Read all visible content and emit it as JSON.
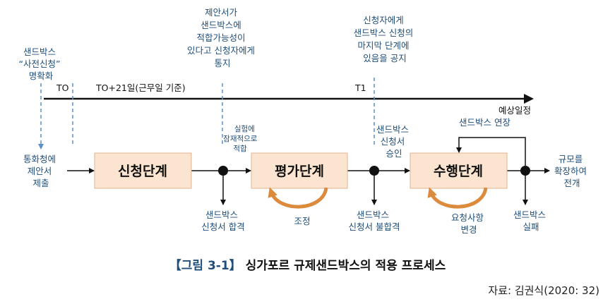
{
  "timeline": {
    "t0": "TO",
    "t21": "TO+21일(근무일 기준)",
    "t1": "T1",
    "expected": "예상일정"
  },
  "notes": {
    "clarify": [
      "샌드박스",
      "“사전신청”",
      "명확화"
    ],
    "suitable": [
      "제안서가",
      "샌드박스에",
      "적합가능성이",
      "있다고 신청자에게",
      "통지"
    ],
    "announce": [
      "신청자에게",
      "샌드박스 신청의",
      "마지막 단계에",
      "있음을 공지"
    ],
    "submit": [
      "통화청에",
      "제안서",
      "제출"
    ],
    "live_test": [
      "실험에",
      "잠재적으로",
      "적합"
    ],
    "approve": [
      "샌드박스",
      "신청서",
      "승인"
    ],
    "extend": "샌드박스 연장",
    "scale": [
      "규모를",
      "확장하여",
      "전개"
    ],
    "pass": [
      "샌드박스",
      "신청서 합격"
    ],
    "fail_app": [
      "샌드박스",
      "신청서 불합격"
    ],
    "fail_sandbox": [
      "샌드박스",
      "실패"
    ],
    "adjust": "조정",
    "change_req": [
      "요청사항",
      "변경"
    ]
  },
  "stages": [
    "신청단계",
    "평가단계",
    "수행단계"
  ],
  "caption": {
    "number": "【그림 3-1】",
    "title": "싱가포르 규제샌드박스의 적용 프로세스"
  },
  "source": "자료: 김권식(2020: 32)",
  "colors": {
    "text_blue": "#1f4e79",
    "box_fill": "#fbe4d0",
    "box_stroke": "#e2b48f",
    "arrow_orange": "#dc8b3c",
    "dashed_blue": "#5b8fc7"
  }
}
